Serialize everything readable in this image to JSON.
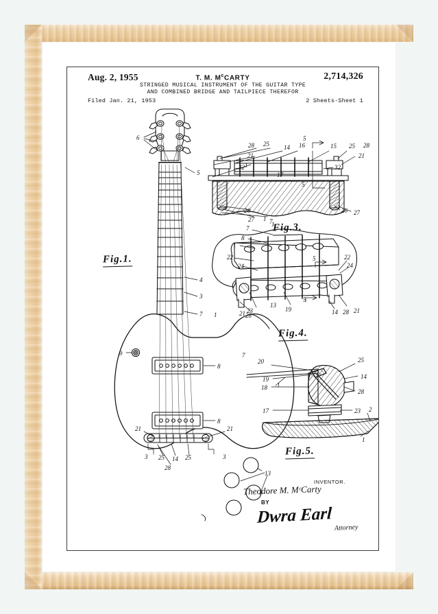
{
  "poster": {
    "background_color": "#f1f5f4",
    "frame_color": "#e9c999",
    "mat_color": "#ffffff",
    "sheet_border_color": "#3d3d3d"
  },
  "header": {
    "date": "Aug. 2, 1955",
    "inventor_initials": "T. M. M",
    "inventor_initials_sup": "c",
    "inventor_initials_rest": "CARTY",
    "patent_number": "2,714,326",
    "title_line_1": "STRINGED MUSICAL INSTRUMENT OF THE GUITAR TYPE",
    "title_line_2": "AND COMBINED BRIDGE AND TAILPIECE THEREFOR",
    "filed": "Filed Jan. 21, 1953",
    "sheets": "2 Sheets-Sheet 1"
  },
  "figures": [
    {
      "id": "fig1",
      "caption": "Fig.1.",
      "description": "front elevation of electric guitar"
    },
    {
      "id": "fig3",
      "caption": "Fig.3.",
      "description": "sectional view of bridge and tailpiece"
    },
    {
      "id": "fig4",
      "caption": "Fig.4.",
      "description": "perspective view of bridge assembly"
    },
    {
      "id": "fig5",
      "caption": "Fig.5.",
      "description": "enlarged detail of post and saddle"
    }
  ],
  "signature": {
    "inventor_label": "INVENTOR.",
    "inventor_name": "Theodore M. MᶜCarty",
    "by_label": "BY",
    "signature_mark": "Dwra Earl",
    "attorney_label": "Attorney"
  },
  "reference_numerals": {
    "fig1": [
      "6",
      "5",
      "4",
      "3",
      "7",
      "9",
      "8",
      "8",
      "1",
      "21",
      "21",
      "3",
      "3",
      "25",
      "25",
      "14",
      "28",
      "13"
    ],
    "fig3": [
      "28",
      "25",
      "21",
      "1",
      "14",
      "16",
      "15",
      "32",
      "32",
      "17",
      "5",
      "25",
      "28",
      "21",
      "26",
      "27",
      "26",
      "27"
    ],
    "fig4": [
      "7",
      "8",
      "1",
      "22",
      "24",
      "23",
      "19",
      "13",
      "5",
      "5",
      "14",
      "28",
      "21",
      "22",
      "24",
      "28",
      "21"
    ],
    "fig5": [
      "7",
      "20",
      "25",
      "14",
      "19",
      "18",
      "28",
      "17",
      "23",
      "2",
      "1"
    ]
  }
}
